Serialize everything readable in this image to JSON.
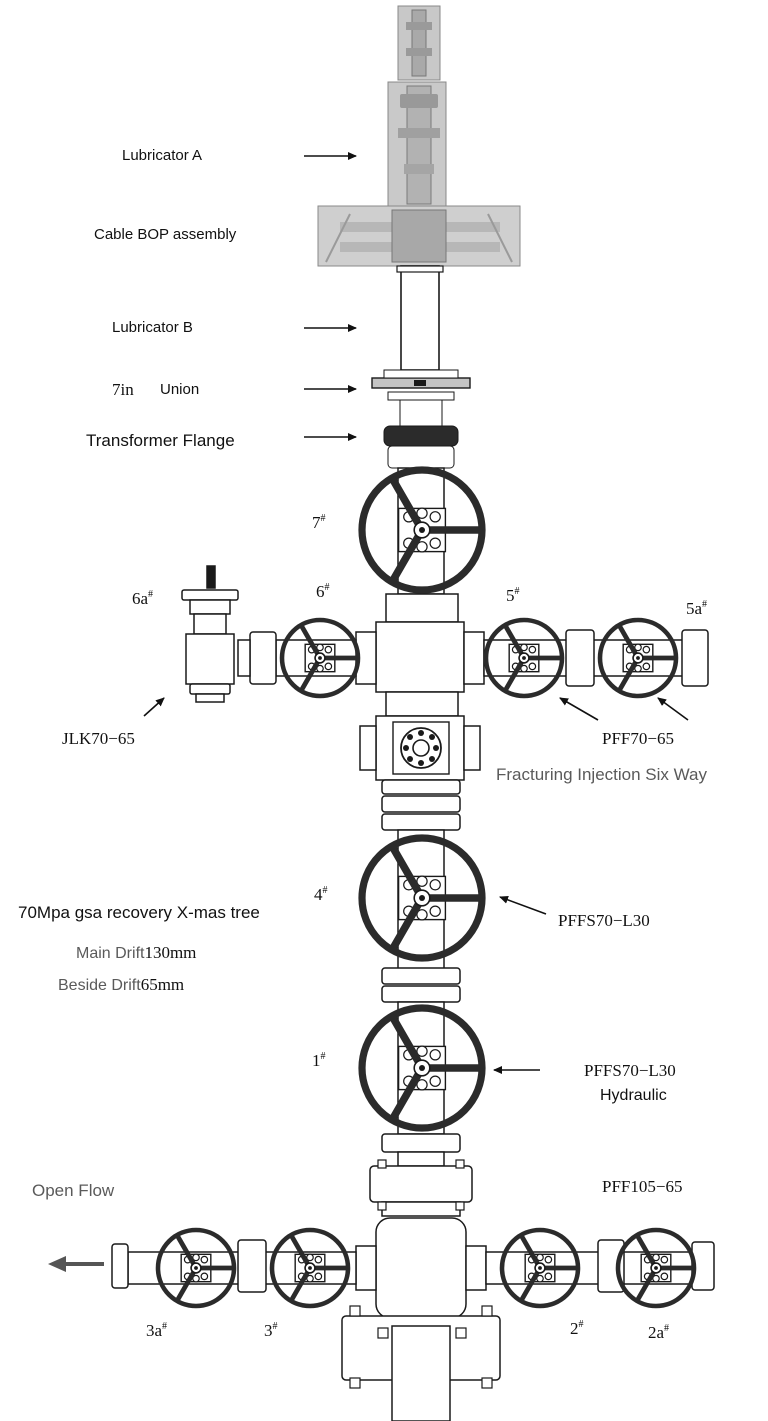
{
  "labels": {
    "lubricator_a": "Lubricator A",
    "cable_bop": "Cable BOP assembly",
    "lubricator_b": "Lubricator B",
    "union_size": "7in",
    "union_word": "Union",
    "transformer_flange": "Transformer Flange",
    "jlk": "JLK70−65",
    "pff70": "PFF70−65",
    "six_way": "Fracturing Injection Six Way",
    "pffs_1": "PFFS70−L30",
    "pffs_2": "PFFS70−L30",
    "hydraulic": "Hydraulic",
    "pff105": "PFF105−65",
    "open_flow": "Open Flow",
    "tree_title": "70Mpa gsa recovery X-mas tree",
    "main_drift_word": "Main Drift",
    "main_drift_value": "130mm",
    "beside_drift_word": "Beside Drift",
    "beside_drift_value": "65mm"
  },
  "valve_numbers": {
    "v7": {
      "n": "7",
      "mark": "#"
    },
    "v6": {
      "n": "6",
      "mark": "#"
    },
    "v6a": {
      "n": "6a",
      "mark": "#"
    },
    "v5": {
      "n": "5",
      "mark": "#"
    },
    "v5a": {
      "n": "5a",
      "mark": "#"
    },
    "v4": {
      "n": "4",
      "mark": "#"
    },
    "v1": {
      "n": "1",
      "mark": "#"
    },
    "v3a": {
      "n": "3a",
      "mark": "#"
    },
    "v3": {
      "n": "3",
      "mark": "#"
    },
    "v2": {
      "n": "2",
      "mark": "#"
    },
    "v2a": {
      "n": "2a",
      "mark": "#"
    }
  },
  "colors": {
    "line": "#1a1a1a",
    "wheel": "#2b2b2b",
    "photo_gray": "#c8c8c8",
    "arrow": "#111111",
    "open_flow_arrow": "#555555"
  }
}
